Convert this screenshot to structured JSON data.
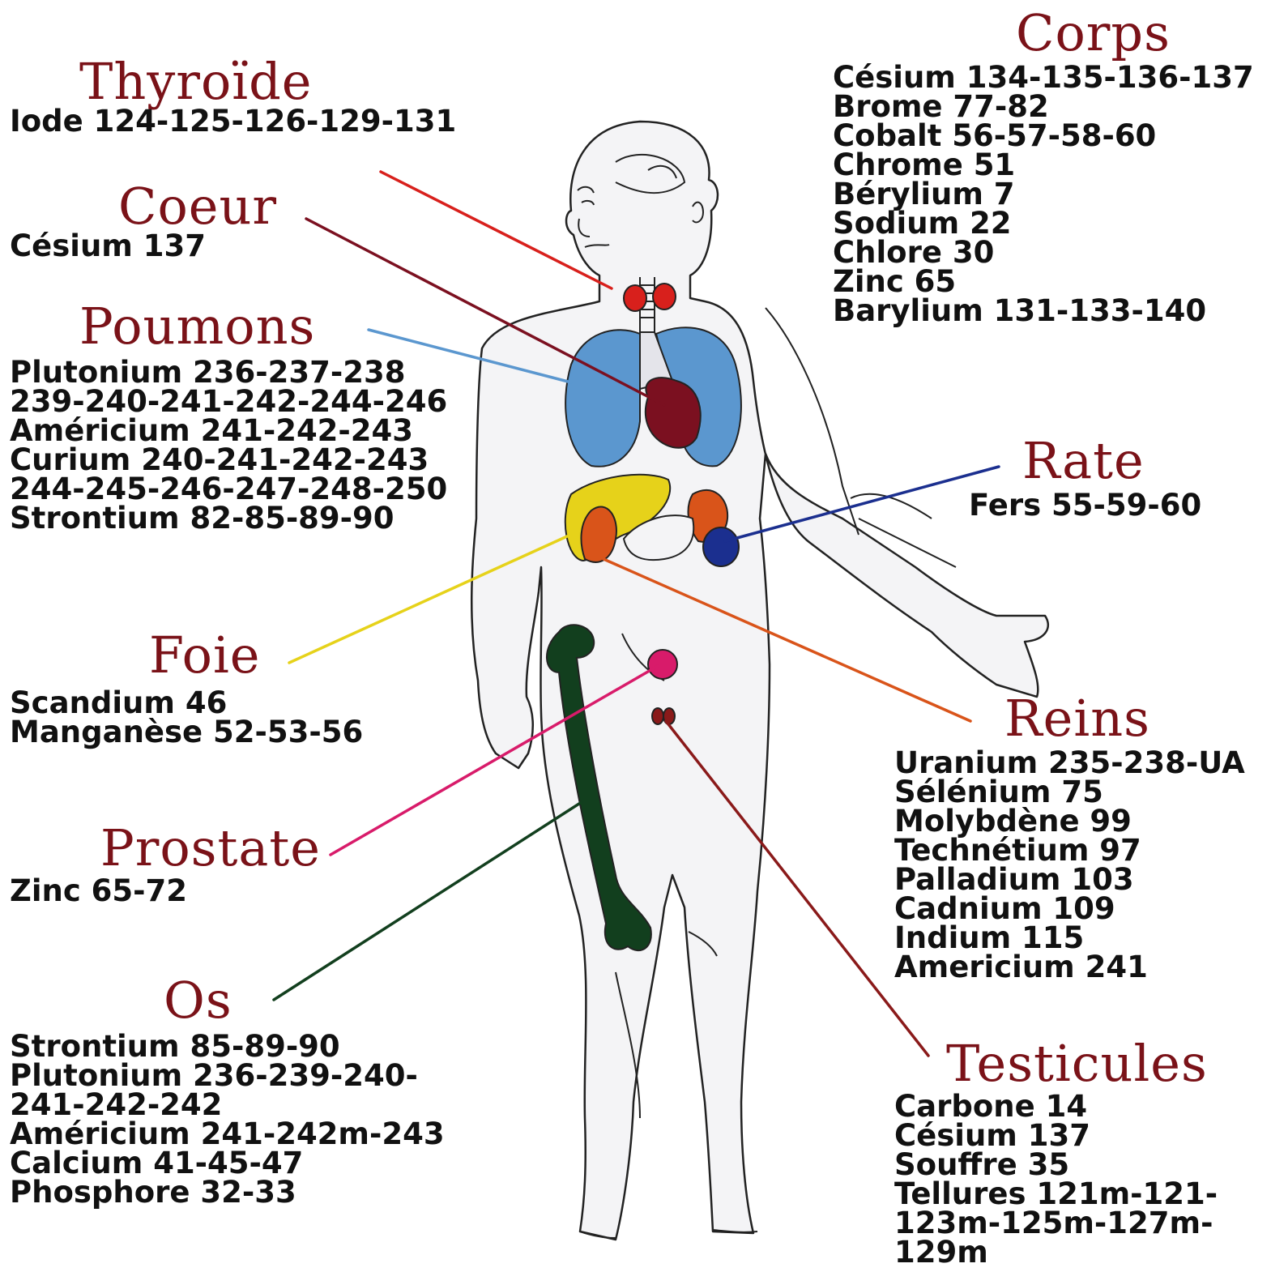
{
  "labels": {
    "thyroide": {
      "title": "Thyroïde",
      "items": [
        "Iode 124-125-126-129-131"
      ]
    },
    "coeur": {
      "title": "Coeur",
      "items": [
        "Césium 137"
      ]
    },
    "poumons": {
      "title": "Poumons",
      "items": [
        "Plutonium 236-237-238",
        "239-240-241-242-244-246",
        "Américium 241-242-243",
        "Curium 240-241-242-243",
        "244-245-246-247-248-250",
        "Strontium 82-85-89-90"
      ]
    },
    "foie": {
      "title": "Foie",
      "items": [
        "Scandium 46",
        "Manganèse 52-53-56"
      ]
    },
    "prostate": {
      "title": "Prostate",
      "items": [
        "Zinc 65-72"
      ]
    },
    "os": {
      "title": "Os",
      "items": [
        "Strontium 85-89-90",
        "Plutonium 236-239-240-",
        "241-242-242",
        "Américium 241-242m-243",
        "Calcium 41-45-47",
        "Phosphore 32-33"
      ]
    },
    "corps": {
      "title": "Corps",
      "items": [
        "Césium 134-135-136-137",
        "Brome 77-82",
        "Cobalt 56-57-58-60",
        "Chrome 51",
        "Bérylium 7",
        "Sodium 22",
        "Chlore 30",
        "Zinc 65",
        "Barylium 131-133-140"
      ]
    },
    "rate": {
      "title": "Rate",
      "items": [
        "Fers 55-59-60"
      ]
    },
    "reins": {
      "title": "Reins",
      "items": [
        "Uranium 235-238-UA",
        "Sélénium 75",
        "Molybdène 99",
        "Technétium 97",
        "Palladium 103",
        "Cadnium 109",
        "Indium 115",
        "Americium 241"
      ]
    },
    "testicules": {
      "title": "Testicules",
      "items": [
        "Carbone 14",
        "Césium 137",
        "Souffre 35",
        "Tellures 121m-121-",
        "123m-125m-127m-",
        "129m"
      ]
    }
  },
  "colors": {
    "title": "#7a1218",
    "text": "#111111",
    "thyroid": "#d8201c",
    "heart": "#7b1020",
    "lungs": "#5b97cf",
    "liver": "#e6d21a",
    "kidney": "#d9541a",
    "spleen": "#1b2f8f",
    "prostate": "#d81b6a",
    "bone": "#123f1e",
    "testicle": "#8a1a1a"
  }
}
